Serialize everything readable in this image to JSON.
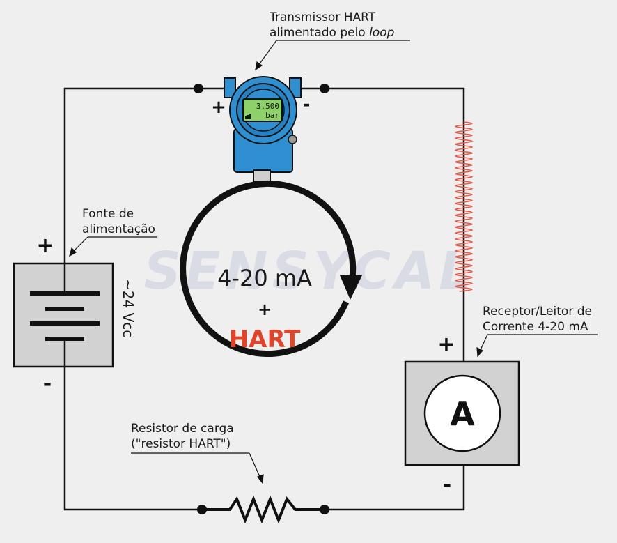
{
  "watermark": "SENSYCAL",
  "transmitter": {
    "label_line1": "Transmissor HART",
    "label_line2_prefix": "alimentado pelo ",
    "label_line2_italic": "loop",
    "display_value": "3.500",
    "display_unit": "bar",
    "plus": "+",
    "minus": "-"
  },
  "power_supply": {
    "label_line1": "Fonte de",
    "label_line2": "alimentação",
    "voltage": "~24 Vcc",
    "plus": "+",
    "minus": "-"
  },
  "loop": {
    "current": "4-20 mA",
    "plus": "+",
    "protocol": "HART"
  },
  "receiver": {
    "label_line1": "Receptor/Leitor de",
    "label_line2": "Corrente 4-20 mA",
    "symbol": "A",
    "plus": "+",
    "minus": "-"
  },
  "resistor": {
    "label_line1": "Resistor de carga",
    "label_line2": "(\"resistor HART\")"
  },
  "colors": {
    "wire": "#111111",
    "transmitter_blue": "#2f8fd0",
    "display_green": "#8ed16a",
    "hart_red": "#e0442b",
    "signal_wave": "#e65a4a",
    "box_gray": "#d2d2d2"
  }
}
